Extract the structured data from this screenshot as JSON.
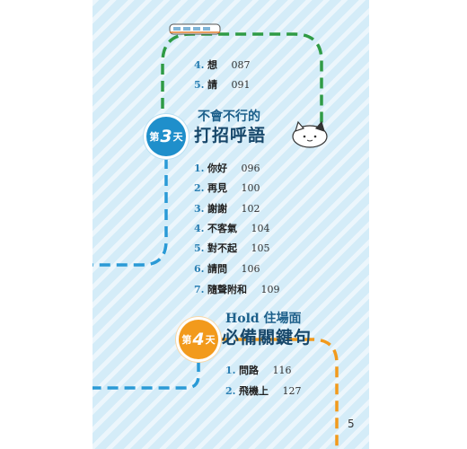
{
  "page_number": "5",
  "toc_top": [
    {
      "num": "4.",
      "title": "想",
      "page": "087"
    },
    {
      "num": "5.",
      "title": "請",
      "page": "091"
    }
  ],
  "day3": {
    "badge_prefix": "第",
    "badge_number": "3",
    "badge_suffix": "天",
    "subtitle": "不會不行的",
    "title": "打招呼語",
    "items": [
      {
        "num": "1.",
        "title": "你好",
        "page": "096"
      },
      {
        "num": "2.",
        "title": "再見",
        "page": "100"
      },
      {
        "num": "3.",
        "title": "謝謝",
        "page": "102"
      },
      {
        "num": "4.",
        "title": "不客氣",
        "page": "104"
      },
      {
        "num": "5.",
        "title": "對不起",
        "page": "105"
      },
      {
        "num": "6.",
        "title": "請問",
        "page": "106"
      },
      {
        "num": "7.",
        "title": "隨聲附和",
        "page": "109"
      }
    ]
  },
  "day4": {
    "badge_prefix": "第",
    "badge_number": "4",
    "badge_suffix": "天",
    "subtitle": "Hold 住場面",
    "title": "必備關鍵句",
    "items": [
      {
        "num": "1.",
        "title": "問路",
        "page": "116"
      },
      {
        "num": "2.",
        "title": "飛機上",
        "page": "127"
      }
    ]
  },
  "colors": {
    "background": "#d4ecf8",
    "green_track": "#2f9b45",
    "blue_track": "#2a9ad6",
    "orange_track": "#f29a1c",
    "day3_badge": "#1f8fcb",
    "day4_badge": "#f29a1c",
    "heading": "#17476a"
  },
  "icons": [
    "train-icon",
    "cat-mascot-icon"
  ]
}
